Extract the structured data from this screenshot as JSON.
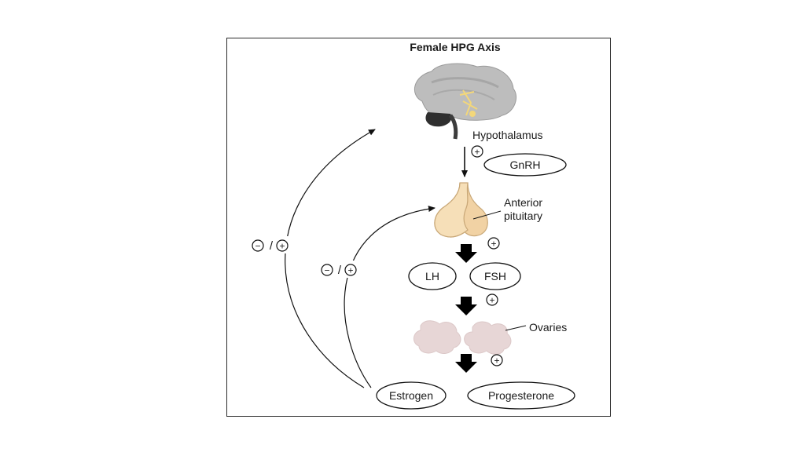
{
  "title": "Female HPG Axis",
  "labels": {
    "hypothalamus": "Hypothalamus",
    "anterior_pituitary_line1": "Anterior",
    "anterior_pituitary_line2": "pituitary",
    "ovaries": "Ovaries"
  },
  "hormones": {
    "gnrh": "GnRH",
    "lh": "LH",
    "fsh": "FSH",
    "estrogen": "Estrogen",
    "progesterone": "Progesterone"
  },
  "signs": {
    "plus": "+",
    "minus": "−",
    "slash": "/"
  },
  "colors": {
    "brain_gray": "#b9b9b9",
    "brain_dark": "#2f2f2f",
    "pituitary": "#f6dfb8",
    "ovary": "#e7d6d6",
    "hypothalamus_highlight": "#f3d77a"
  }
}
